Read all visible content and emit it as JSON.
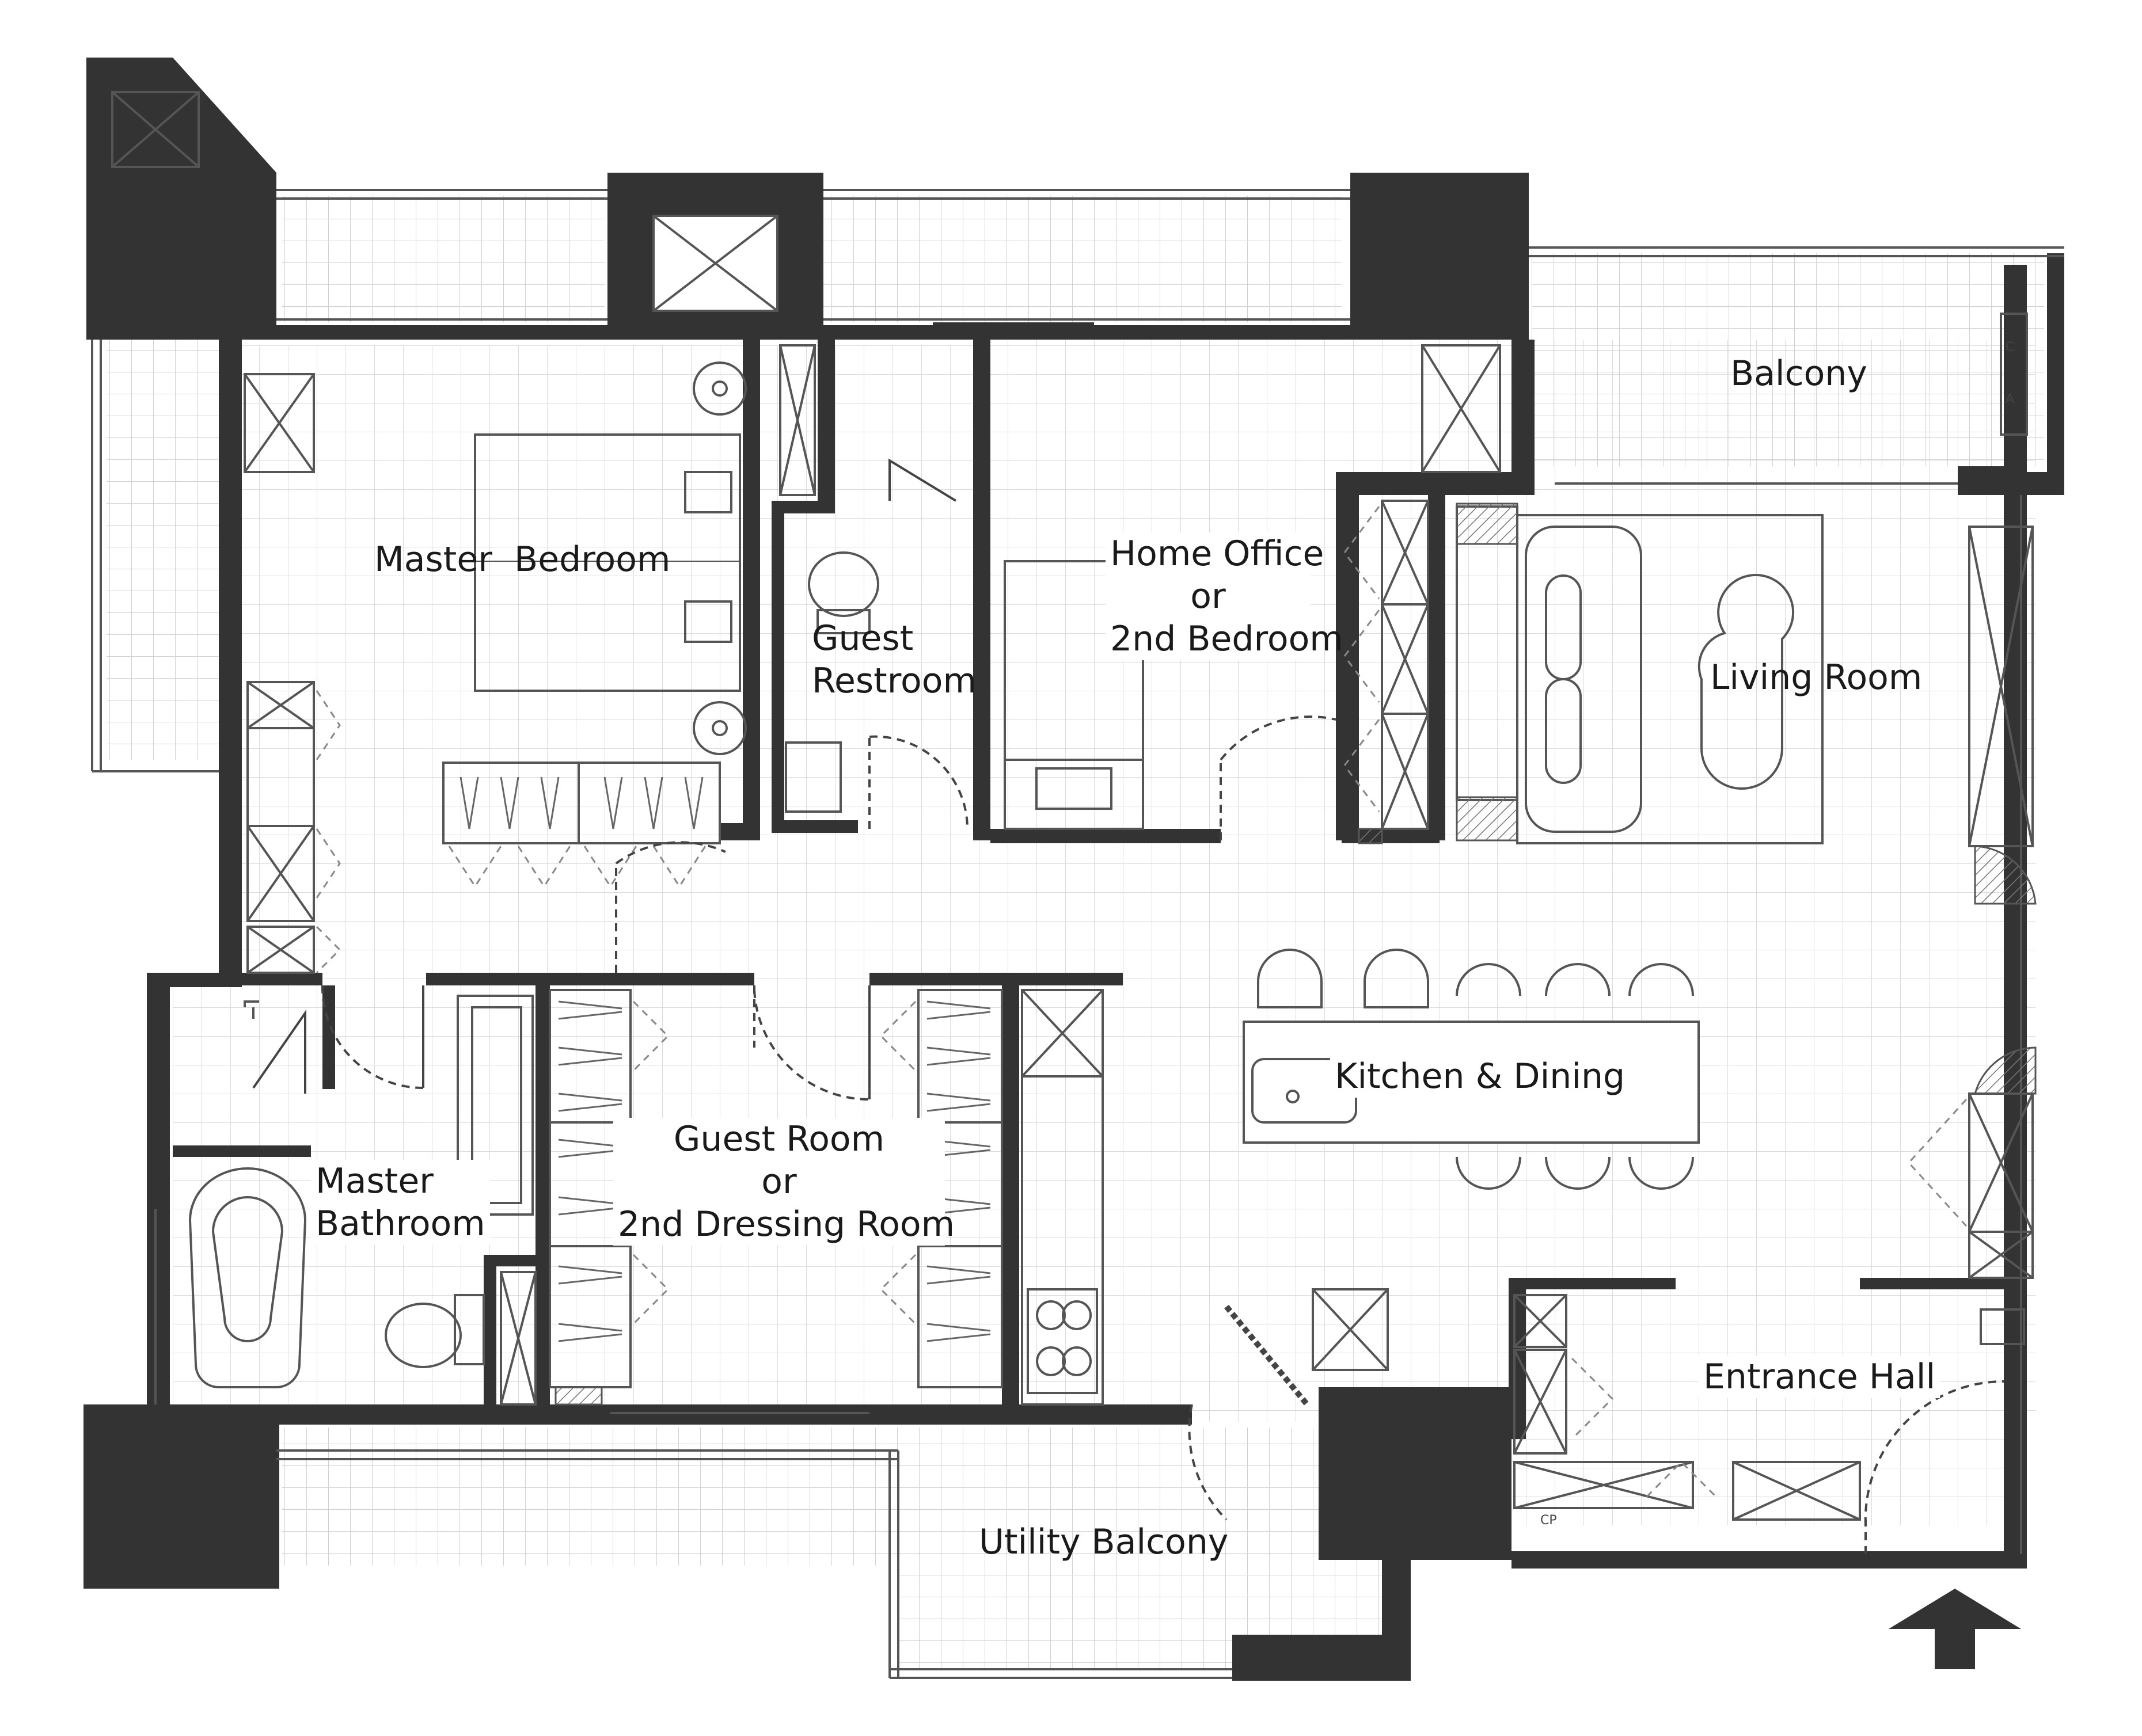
{
  "rooms": {
    "balcony": "Balcony",
    "master_bedroom": "Master  Bedroom",
    "guest_restroom": [
      "Guest",
      "Restroom"
    ],
    "home_office": [
      "Home Office",
      "or",
      "2nd Bedroom"
    ],
    "living_room": "Living Room",
    "kitchen_dining": "Kitchen & Dining",
    "guest_room": [
      "Guest Room",
      "or",
      "2nd Dressing Room"
    ],
    "master_bathroom": [
      "Master",
      "Bathroom"
    ],
    "entrance_hall": "Entrance Hall",
    "utility_balcony": "Utility Balcony"
  },
  "fixture_marks": {
    "cp": "CP",
    "c": "C",
    "a": "A"
  },
  "colors": {
    "wall": "#333333",
    "line": "#555555",
    "grid": "#dcdcdc",
    "hatch": "#777777"
  }
}
